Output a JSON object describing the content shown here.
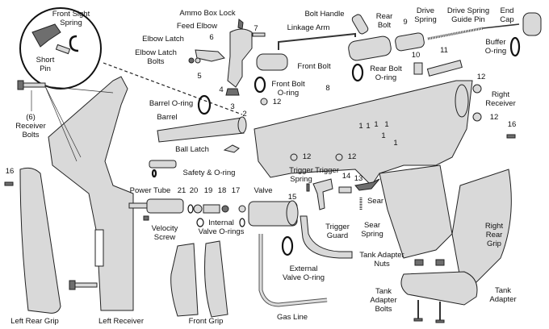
{
  "labels": {
    "front_sight_spring": "Front Sight\nSpring",
    "short_pin": "Short\nPin",
    "ammo_box_lock": "Ammo Box Lock",
    "feed_elbow": "Feed Elbow",
    "elbow_latch": "Elbow Latch",
    "elbow_latch_bolts": "Elbow Latch\nBolts",
    "barrel_oring": "Barrel O-ring",
    "barrel": "Barrel",
    "receiver_bolts": "(6)\nReceiver\nBolts",
    "ball_latch": "Ball Latch",
    "bolt_handle": "Bolt Handle",
    "linkage_arm": "Linkage Arm",
    "front_bolt": "Front Bolt",
    "front_bolt_oring": "Front Bolt\nO-ring",
    "rear_bolt": "Rear\nBolt",
    "drive_spring": "Drive\nSpring",
    "drive_spring_guide_pin": "Drive Spring\nGuide Pin",
    "end_cap": "End\nCap",
    "buffer_oring": "Buffer\nO-ring",
    "rear_bolt_oring": "Rear Bolt\nO-ring",
    "right_receiver": "Right\nReceiver",
    "safety_oring": "Safety & O-ring",
    "power_tube": "Power Tube",
    "valve": "Valve",
    "trigger_spring": "Trigger\nSpring",
    "trigger": "Trigger",
    "sear": "Sear",
    "velocity_screw": "Velocity\nScrew",
    "internal_valve_orings": "Internal\nValve O-rings",
    "trigger_guard": "Trigger\nGuard",
    "sear_spring": "Sear\nSpring",
    "tank_adapter_nuts": "Tank Adapter\nNuts",
    "right_rear_grip": "Right\nRear\nGrip",
    "external_valve_oring": "External\nValve O-ring",
    "front_grip": "Front Grip",
    "left_rear_grip": "Left Rear Grip",
    "left_receiver": "Left Receiver",
    "gas_line": "Gas Line",
    "tank_adapter_bolts": "Tank\nAdapter\nBolts",
    "tank_adapter": "Tank\nAdapter"
  },
  "numbers": {
    "n1": "1",
    "n2": "2",
    "n3": "3",
    "n4": "4",
    "n5": "5",
    "n6": "6",
    "n7": "7",
    "n8": "8",
    "n9": "9",
    "n10": "10",
    "n11": "11",
    "n12": "12",
    "n13": "13",
    "n14": "14",
    "n15": "15",
    "n16": "16",
    "n17": "17",
    "n18": "18",
    "n19": "19",
    "n20": "20",
    "n21": "21"
  }
}
